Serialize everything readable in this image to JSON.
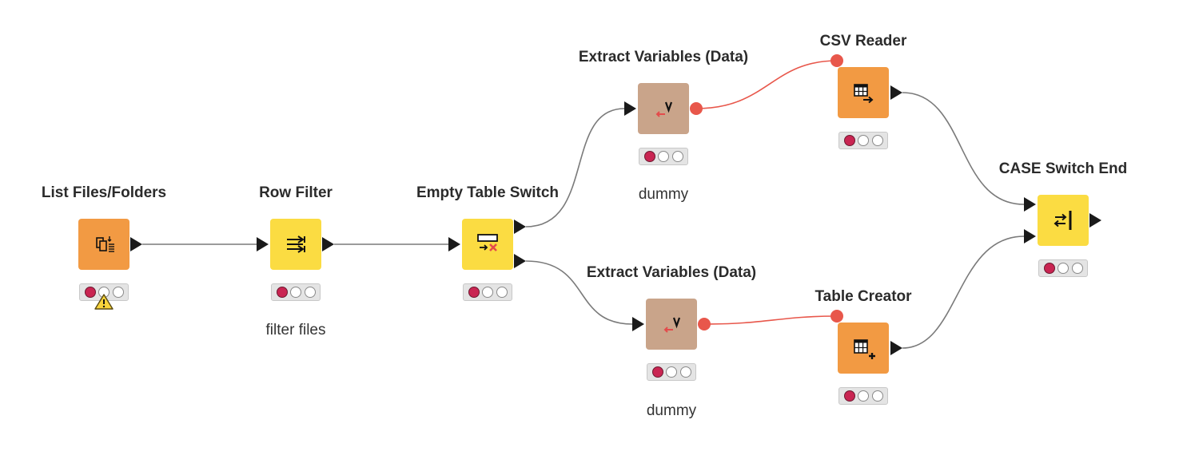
{
  "workflow": {
    "colors": {
      "source_node": "#f29a43",
      "manipulator_node": "#fbdc42",
      "other_node": "#c9a48a",
      "connection": "#7a7a7a",
      "flow_variable_connection": "#e8574b",
      "port": "#1a1a1a",
      "flow_variable_port": "#e8574b",
      "status_red": "#c92552"
    },
    "nodes": {
      "list_files": {
        "title": "List Files/Folders",
        "annotation": "",
        "type": "source",
        "icon": "list-files-icon",
        "status": "configured-warning"
      },
      "row_filter": {
        "title": "Row Filter",
        "annotation": "filter files",
        "type": "manipulator",
        "icon": "row-filter-icon",
        "status": "not-configured"
      },
      "empty_table_switch": {
        "title": "Empty Table Switch",
        "annotation": "",
        "type": "manipulator",
        "icon": "empty-table-switch-icon",
        "status": "not-configured"
      },
      "extract_vars_top": {
        "title": "Extract Variables (Data)",
        "annotation": "dummy",
        "type": "other",
        "icon": "extract-variables-icon",
        "status": "not-configured"
      },
      "extract_vars_bottom": {
        "title": "Extract Variables (Data)",
        "annotation": "dummy",
        "type": "other",
        "icon": "extract-variables-icon",
        "status": "not-configured"
      },
      "csv_reader": {
        "title": "CSV Reader",
        "annotation": "",
        "type": "source",
        "icon": "csv-reader-icon",
        "status": "not-configured"
      },
      "table_creator": {
        "title": "Table Creator",
        "annotation": "",
        "type": "source",
        "icon": "table-creator-icon",
        "status": "not-configured"
      },
      "case_switch_end": {
        "title": "CASE Switch End",
        "annotation": "",
        "type": "manipulator",
        "icon": "case-switch-end-icon",
        "status": "not-configured"
      }
    }
  }
}
